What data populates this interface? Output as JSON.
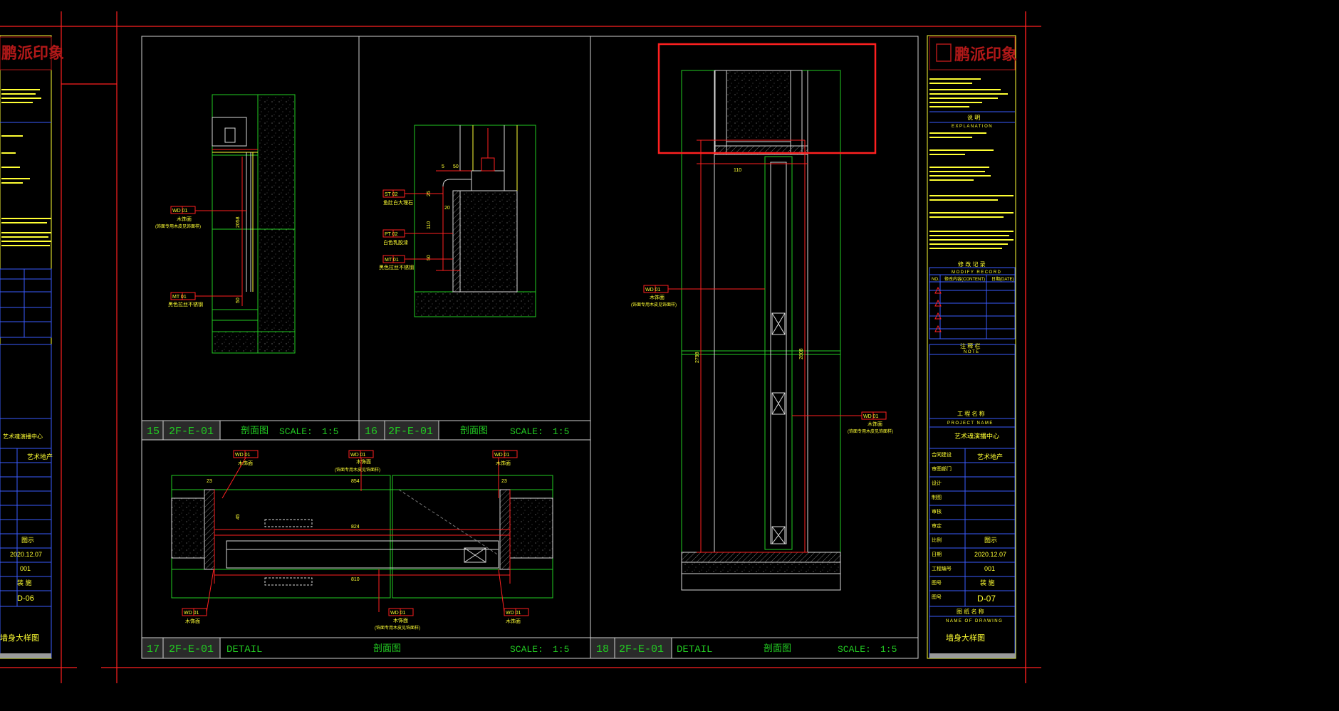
{
  "colors": {
    "bg": "#000000",
    "red": "#ff2020",
    "green": "#22cc22",
    "yellow": "#ffff33",
    "blue": "#3a5bff",
    "white": "#d8d8d8",
    "gray": "#9a9a9a",
    "brand": "#b01818"
  },
  "titleblock": {
    "brand": "鹏派印象",
    "explanation_cn": "说 明",
    "explanation_en": "EXPLANATION",
    "modify_cn": "修 改 记 录",
    "modify_en": "MODIFY RECORD",
    "modify_headers": [
      "NO.",
      "修改内容(CONTENT)",
      "日期(DATE)"
    ],
    "note_cn": "注 释 栏",
    "note_en": "NOTE",
    "project_cn": "工 程 名 称",
    "project_en": "PROJECT NAME",
    "project_name": "艺术魂演播中心",
    "rows": [
      {
        "label": "合同建设",
        "value": "艺术地产"
      },
      {
        "label": "审图部门",
        "value": ""
      },
      {
        "label": "设计",
        "value": ""
      },
      {
        "label": "制图",
        "value": ""
      },
      {
        "label": "审核",
        "value": ""
      },
      {
        "label": "审定",
        "value": ""
      },
      {
        "label": "比例",
        "value": "图示"
      },
      {
        "label": "日期",
        "value": "2020.12.07"
      },
      {
        "label": "工程编号",
        "value": "001"
      },
      {
        "label": "图号",
        "value": "装 施"
      },
      {
        "label": "图号",
        "value": "D-07"
      }
    ],
    "drawing_cn": "图 纸 名 称",
    "drawing_en": "NAME OF DRAWING",
    "drawing_name": "墙身大样图"
  },
  "left_titleblock": {
    "brand": "鹏派印象",
    "project_name": "艺术魂演播中心",
    "value1": "艺术地产",
    "scale": "图示",
    "date": "2020.12.07",
    "code": "001",
    "type": "装 施",
    "sheet": "D-06",
    "drawing_name": "墙身大样图"
  },
  "panels": {
    "p15": {
      "num": "15",
      "ref": "2F-E-01",
      "name": "剖面图",
      "scale_label": "SCALE:",
      "scale": "1:5"
    },
    "p16": {
      "num": "16",
      "ref": "2F-E-01",
      "name": "剖面图",
      "scale_label": "SCALE:",
      "scale": "1:5"
    },
    "p17": {
      "num": "17",
      "ref": "2F-E-01",
      "detail": "DETAIL",
      "name": "剖面图",
      "scale_label": "SCALE:",
      "scale": "1:5"
    },
    "p18": {
      "num": "18",
      "ref": "2F-E-01",
      "detail": "DETAIL",
      "name": "剖面图",
      "scale_label": "SCALE:",
      "scale": "1:5"
    }
  },
  "tags": {
    "wd01": "WD 01",
    "wd01_name": "木饰面",
    "wd01_note": "(饰面专用木皮见饰面样)",
    "mt01": "MT 01",
    "mt01_name": "黑色拉丝不锈钢",
    "st02": "ST 02",
    "st02_name": "鱼肚白大理石",
    "pt02": "PT 02",
    "pt02_name": "白色乳胶漆"
  },
  "dims": {
    "d15_a": "2058",
    "d15_b": "50",
    "d16_a": "5",
    "d16_b": "50",
    "d16_c": "25",
    "d16_d": "20",
    "d16_e": "110",
    "d16_f": "50",
    "d17_top": "854",
    "d17_mid": "824",
    "d17_bot": "810",
    "d17_l": "23",
    "d17_r": "23",
    "d17_45": "45",
    "d18_top": "110",
    "d18_h": "2798",
    "d18_h2": "2808"
  }
}
